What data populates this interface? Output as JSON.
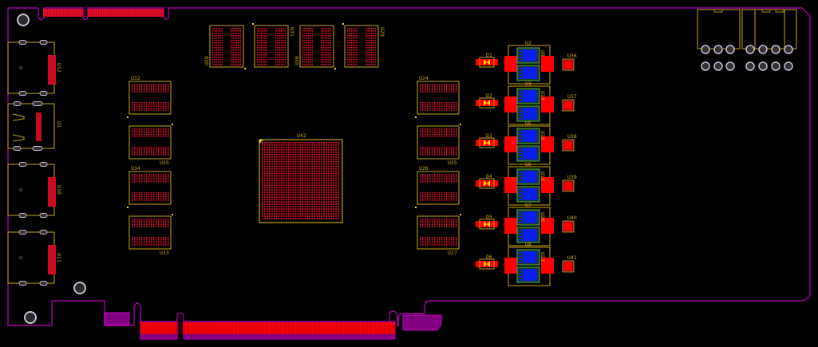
{
  "colors": {
    "background": "#000000",
    "outline": "#c000c0",
    "silkscreen": "#c8a416",
    "copper": "#e8102a",
    "pad_red": "#ff0000",
    "ic_body": "#0a1ef0",
    "ic_outline": "#4caf50",
    "hole_ring": "#c9bcd6",
    "hole_fill": "#2a2a2a",
    "edge_fill": "#800080"
  },
  "components": {
    "connectors_left": [
      {
        "ref": "U12"
      },
      {
        "ref": "U1"
      },
      {
        "ref": "U10"
      },
      {
        "ref": "U11"
      }
    ],
    "memory_top": [
      {
        "ref": "U28"
      },
      {
        "ref": "U31"
      },
      {
        "ref": "U30"
      },
      {
        "ref": "U29"
      }
    ],
    "memory_left": [
      {
        "ref": "U32"
      },
      {
        "ref": "U35"
      },
      {
        "ref": "U34"
      },
      {
        "ref": "U33"
      }
    ],
    "memory_right": [
      {
        "ref": "U24"
      },
      {
        "ref": "U25"
      },
      {
        "ref": "U26"
      },
      {
        "ref": "U27"
      }
    ],
    "processor": {
      "ref": "U42"
    },
    "power_stages": [
      {
        "diode": "D1",
        "module": "U2",
        "inner": "U9",
        "controller": "U36"
      },
      {
        "diode": "D2",
        "module": "U3",
        "inner": "U14",
        "controller": "U37"
      },
      {
        "diode": "D3",
        "module": "U5",
        "inner": "U18",
        "controller": "U38"
      },
      {
        "diode": "D4",
        "module": "U6",
        "inner": "U19",
        "controller": "U39"
      },
      {
        "diode": "D5",
        "module": "U7",
        "inner": "U20",
        "controller": "U40"
      },
      {
        "diode": "D6",
        "module": "U8",
        "inner": "U23",
        "controller": "U41"
      }
    ]
  }
}
